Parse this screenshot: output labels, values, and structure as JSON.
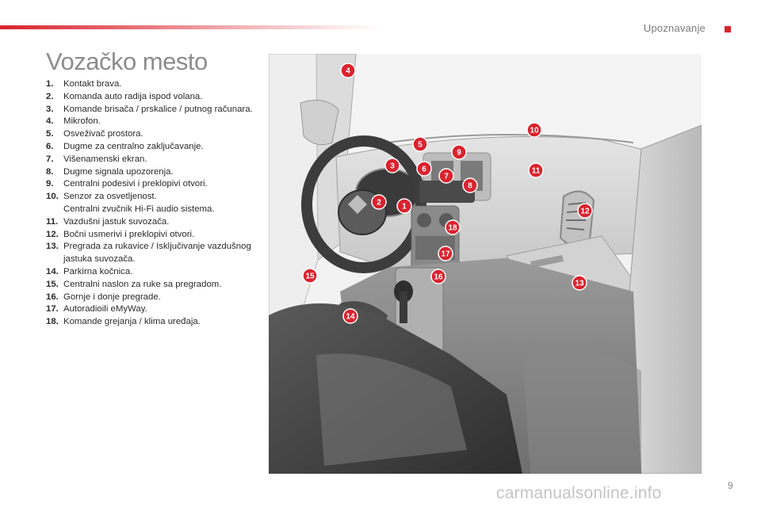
{
  "header": {
    "section": "Upoznavanje",
    "accent_color": "#d9232e"
  },
  "page": {
    "title": "Vozačko mesto",
    "number": "9"
  },
  "legend": [
    {
      "num": "1.",
      "text": "Kontakt brava."
    },
    {
      "num": "2.",
      "text": "Komanda auto radija ispod volana."
    },
    {
      "num": "3.",
      "text": "Komande brisača / prskalice / putnog računara."
    },
    {
      "num": "4.",
      "text": "Mikrofon."
    },
    {
      "num": "5.",
      "text": "Osveživač prostora."
    },
    {
      "num": "6.",
      "text": "Dugme za centralno zaključavanje."
    },
    {
      "num": "7.",
      "text": "Višenamenski ekran."
    },
    {
      "num": "8.",
      "text": "Dugme signala upozorenja."
    },
    {
      "num": "9.",
      "text": "Centralni podesivi i preklopivi otvori."
    },
    {
      "num": "10.",
      "text": "Senzor za osvetljenost.",
      "text2": "Centralni zvučnik Hi-Fi audio sistema."
    },
    {
      "num": "11.",
      "text": "Vazdušni jastuk suvozača."
    },
    {
      "num": "12.",
      "text": "Bočni usmerivi i preklopivi otvori."
    },
    {
      "num": "13.",
      "text": "Pregrada za rukavice / Isključivanje vazdušnog jastuka suvozača."
    },
    {
      "num": "14.",
      "text": "Parkirna kočnica."
    },
    {
      "num": "15.",
      "text": "Centralni naslon za ruke sa pregradom."
    },
    {
      "num": "16.",
      "text": "Gornje i donje pregrade."
    },
    {
      "num": "17.",
      "text": "Autoradioili eMyWay."
    },
    {
      "num": "18.",
      "text": "Komande grejanja / klima uređaja."
    }
  ],
  "callouts": [
    "4",
    "10",
    "5",
    "9",
    "3",
    "6",
    "7",
    "11",
    "8",
    "2",
    "1",
    "12",
    "18",
    "17",
    "15",
    "16",
    "13",
    "14"
  ],
  "watermark": "carmanualsonline.info"
}
